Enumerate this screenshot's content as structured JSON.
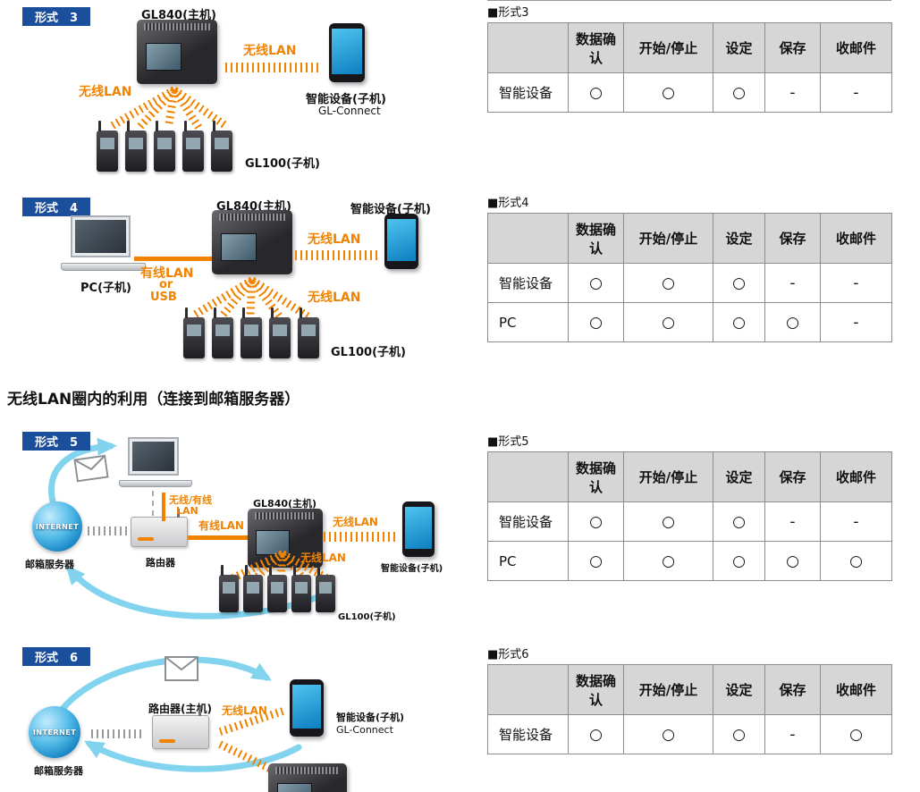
{
  "section_heading": "无线LAN圈内的利用（连接到邮箱服务器）",
  "table_headers": [
    "",
    "数据确认",
    "开始/停止",
    "设定",
    "保存",
    "收邮件"
  ],
  "tables": [
    {
      "caption": "■形式3",
      "rows": [
        {
          "label": "智能设备",
          "values": [
            "○",
            "○",
            "○",
            "-",
            "-"
          ]
        }
      ]
    },
    {
      "caption": "■形式4",
      "rows": [
        {
          "label": "智能设备",
          "values": [
            "○",
            "○",
            "○",
            "-",
            "-"
          ]
        },
        {
          "label": "PC",
          "values": [
            "○",
            "○",
            "○",
            "○",
            "-"
          ]
        }
      ]
    },
    {
      "caption": "■形式5",
      "rows": [
        {
          "label": "智能设备",
          "values": [
            "○",
            "○",
            "○",
            "-",
            "-"
          ]
        },
        {
          "label": "PC",
          "values": [
            "○",
            "○",
            "○",
            "○",
            "○"
          ]
        }
      ]
    },
    {
      "caption": "■形式6",
      "rows": [
        {
          "label": "智能设备",
          "values": [
            "○",
            "○",
            "○",
            "-",
            "○"
          ]
        }
      ]
    }
  ],
  "colors": {
    "accent_orange": "#f08300",
    "badge_blue": "#1b4e9b",
    "arrow_blue": "#82d4ee"
  },
  "diagrams": {
    "d3": {
      "badge": "形式　3",
      "gl840_label": "GL840(主机)",
      "wlan_right": "无线LAN",
      "wlan_left": "无线LAN",
      "phone_label": "智能设备(子机)",
      "phone_sub": "GL-Connect",
      "gl100_label": "GL100(子机)"
    },
    "d4": {
      "badge": "形式　4",
      "gl840_label": "GL840(主机)",
      "phone_label": "智能设备(子机)",
      "wlan_top": "无线LAN",
      "wlan_bottom": "无线LAN",
      "pc_label": "PC(子机)",
      "wired_line1": "有线LAN",
      "wired_line2": "or",
      "wired_line3": "USB",
      "gl100_label": "GL100(子机)"
    },
    "d5": {
      "badge": "形式　5",
      "internet": "INTERNET",
      "mail_server": "邮箱服务器",
      "router_label": "路由器",
      "wlan_wired_line1": "无线/有线",
      "wlan_wired_line2": "LAN",
      "wired": "有线LAN",
      "gl840_label": "GL840(主机)",
      "wlan_right": "无线LAN",
      "wlan_bottom": "无线LAN",
      "phone_label": "智能设备(子机)",
      "gl100_label": "GL100(子机)"
    },
    "d6": {
      "badge": "形式　6",
      "internet": "INTERNET",
      "mail_server": "邮箱服务器",
      "router_label": "路由器(主机)",
      "wlan": "无线LAN",
      "phone_label": "智能设备(子机)",
      "phone_sub": "GL-Connect"
    }
  }
}
